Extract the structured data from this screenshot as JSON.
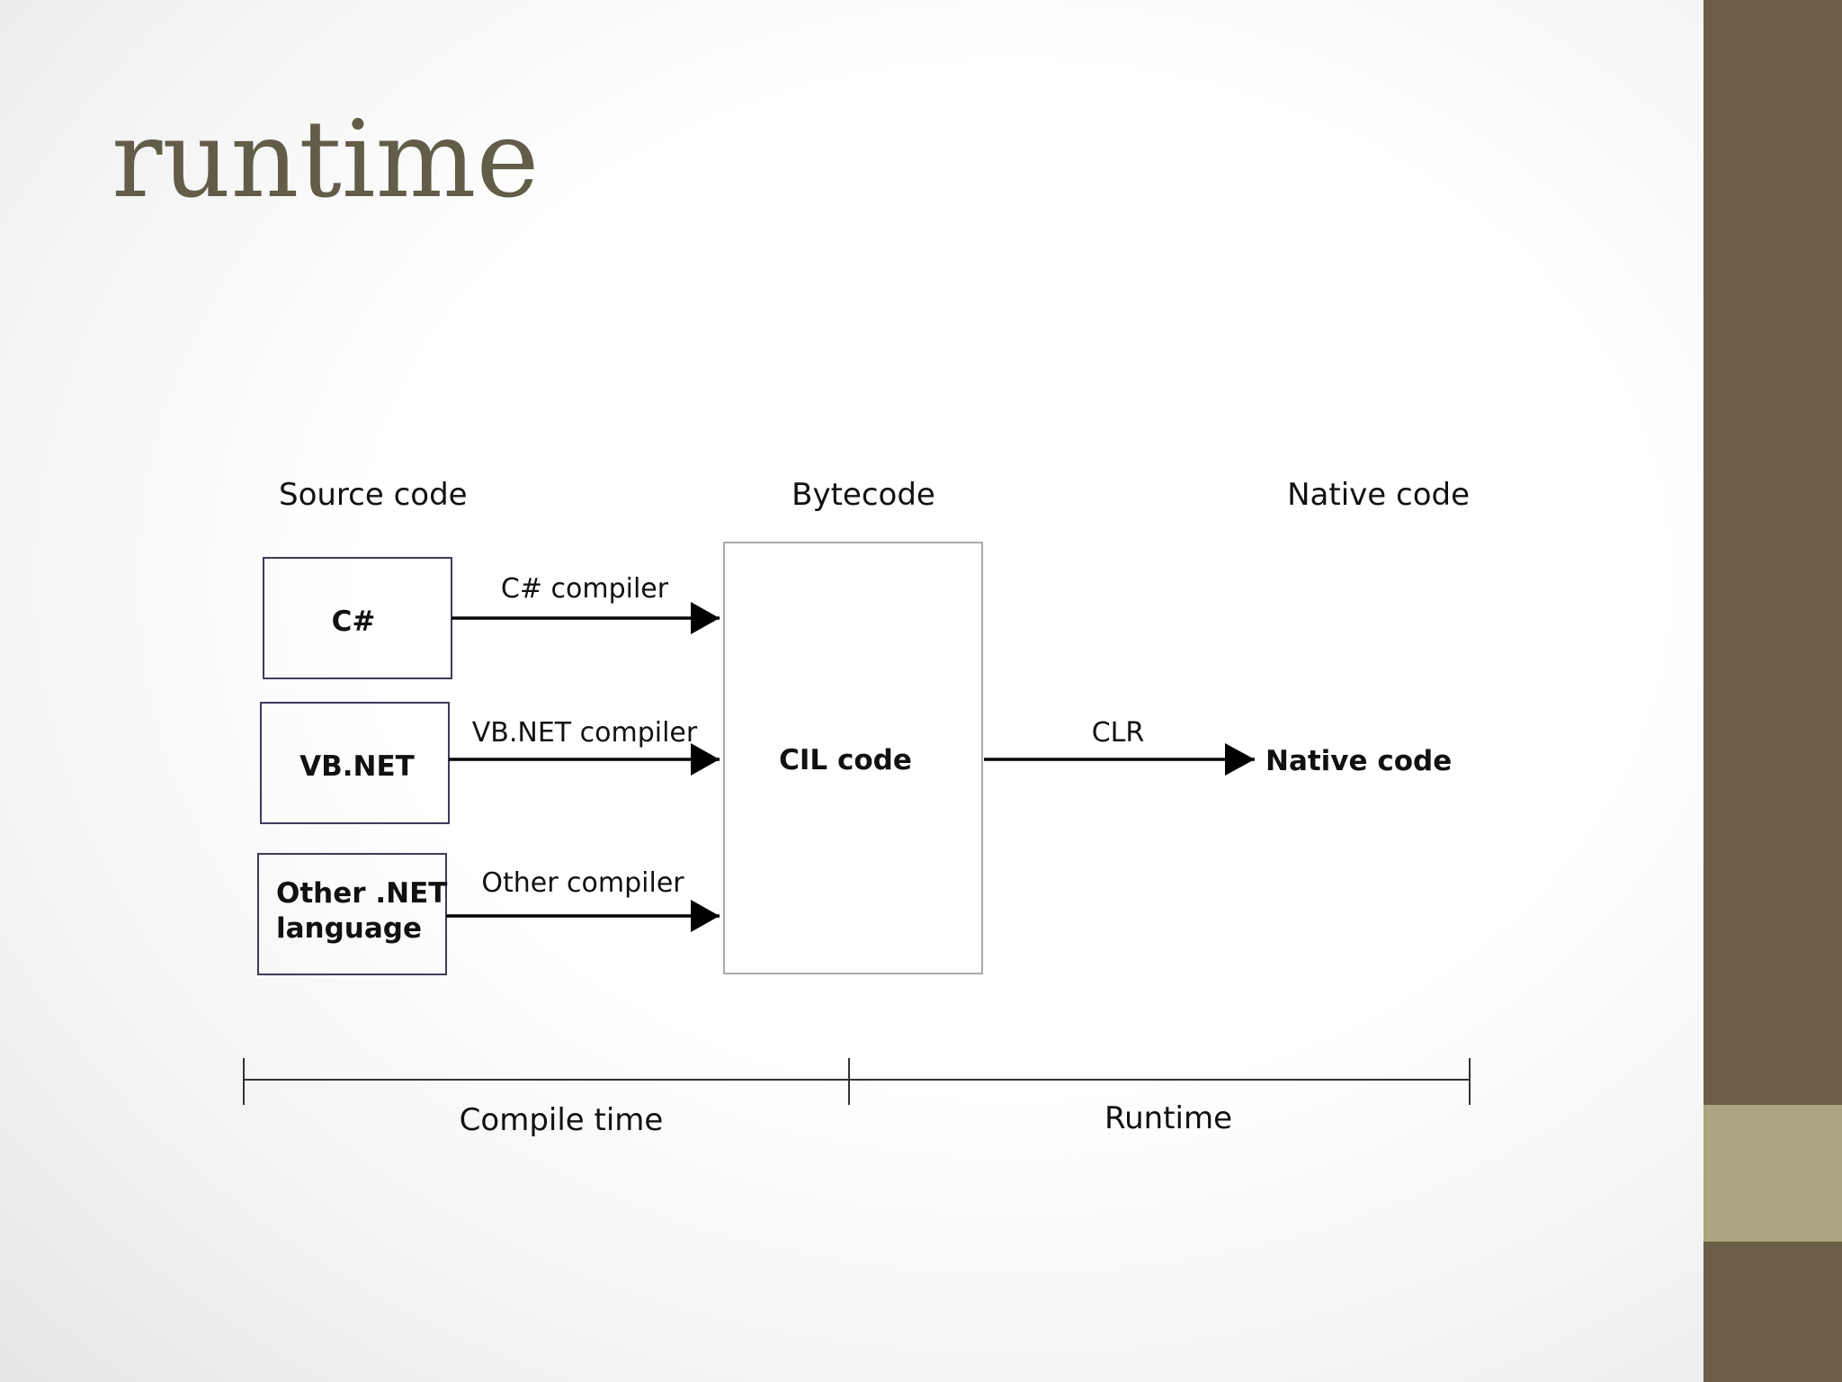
{
  "slide": {
    "title": "runtime",
    "colors": {
      "title": "#625d49",
      "side_bar": "#6b5f48",
      "side_accent": "#aba681"
    }
  },
  "diagram": {
    "columns": {
      "source": "Source code",
      "bytecode": "Bytecode",
      "native": "Native code"
    },
    "sources": [
      {
        "label": "C#",
        "compiler": "C# compiler"
      },
      {
        "label": "VB.NET",
        "compiler": "VB.NET compiler"
      },
      {
        "label_line1": "Other .NET",
        "label_line2": "language",
        "compiler": "Other compiler"
      }
    ],
    "cil_box": "CIL code",
    "clr_label": "CLR",
    "native_output": "Native code",
    "timeline": {
      "compile": "Compile time",
      "runtime": "Runtime"
    }
  }
}
